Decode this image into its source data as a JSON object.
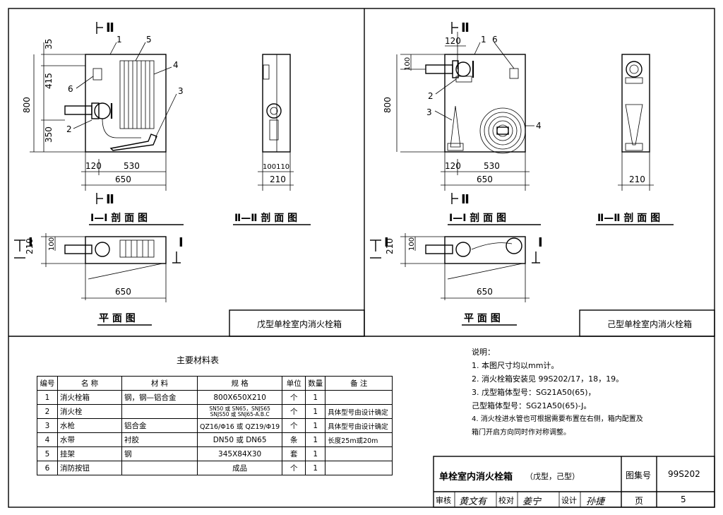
{
  "drawing": {
    "cut_mark_top": "Ⅱ",
    "cut_mark_side": "Ⅰ",
    "left": {
      "dim_35": "35",
      "dim_415": "415",
      "dim_800": "800",
      "dim_350": "350",
      "dim_120": "120",
      "dim_530": "530",
      "dim_650": "650",
      "dim_100_110": "100110",
      "dim_210": "210",
      "plan_dim_210": "210",
      "plan_dim_100": "100",
      "plan_dim_650": "650",
      "leaders": [
        "1",
        "5",
        "4",
        "3",
        "6",
        "2"
      ],
      "section1_title": "Ⅰ—Ⅰ 剖 面 图",
      "section2_title": "Ⅱ—Ⅱ 剖 面 图",
      "plan_title": "平 面 图",
      "box_caption": "戊型单栓室内消火栓箱"
    },
    "right": {
      "dim_120": "120",
      "dim_100": "100",
      "dim_800": "800",
      "dim_530": "530",
      "dim_650": "650",
      "dim_210": "210",
      "plan_dim_210": "210",
      "plan_dim_100": "100",
      "plan_dim_650": "650",
      "leaders": [
        "1",
        "6",
        "2",
        "3",
        "4"
      ],
      "section1_title": "Ⅰ—Ⅰ 剖 面 图",
      "section2_title": "Ⅱ—Ⅱ 剖 面 图",
      "plan_title": "平 面 图",
      "box_caption": "己型单栓室内消火栓箱"
    }
  },
  "materials": {
    "title": "主要材料表",
    "headers": [
      "编号",
      "名 称",
      "材 料",
      "规 格",
      "单位",
      "数量",
      "备 注"
    ],
    "rows": [
      [
        "1",
        "消火栓箱",
        "钢，钢—铝合金",
        "800X650X210",
        "个",
        "1",
        ""
      ],
      [
        "2",
        "消火栓",
        "",
        "SN50 或 SN65，SNJS65 SNJS50 或 SNJ65-A.B.C",
        "个",
        "1",
        "具体型号由设计确定"
      ],
      [
        "3",
        "水枪",
        "铝合金",
        "QZ16/Φ16 或 QZ19/Φ19",
        "个",
        "1",
        "具体型号由设计确定"
      ],
      [
        "4",
        "水带",
        "衬胶",
        "DN50 或 DN65",
        "条",
        "1",
        "长度25m或20m"
      ],
      [
        "5",
        "挂架",
        "钢",
        "345X84X30",
        "套",
        "1",
        ""
      ],
      [
        "6",
        "消防按钮",
        "",
        "成品",
        "个",
        "1",
        ""
      ]
    ]
  },
  "notes": {
    "heading": "说明：",
    "items": [
      "1. 本图尺寸均以mm计。",
      "2. 消火栓箱安装见 99S202/17，18，19。",
      "3. 戊型箱体型号：SG21A50(65)，",
      "   己型箱体型号：SG21A50(65)-J。",
      "4. 消火栓进水管也可根据需要布置在右侧，箱内配置及",
      "   箱门开启方向同时作对称调整。"
    ]
  },
  "title_block": {
    "title": "单栓室内消火栓箱",
    "subtitle": "（戊型，己型）",
    "atlas_label": "图集号",
    "atlas_no": "99S202",
    "review_label": "审核",
    "review_sig": "黄文有",
    "check_label": "校对",
    "check_sig": "姜宁",
    "design_label": "设计",
    "design_sig": "孙捷",
    "page_label": "页",
    "page_no": "5"
  }
}
